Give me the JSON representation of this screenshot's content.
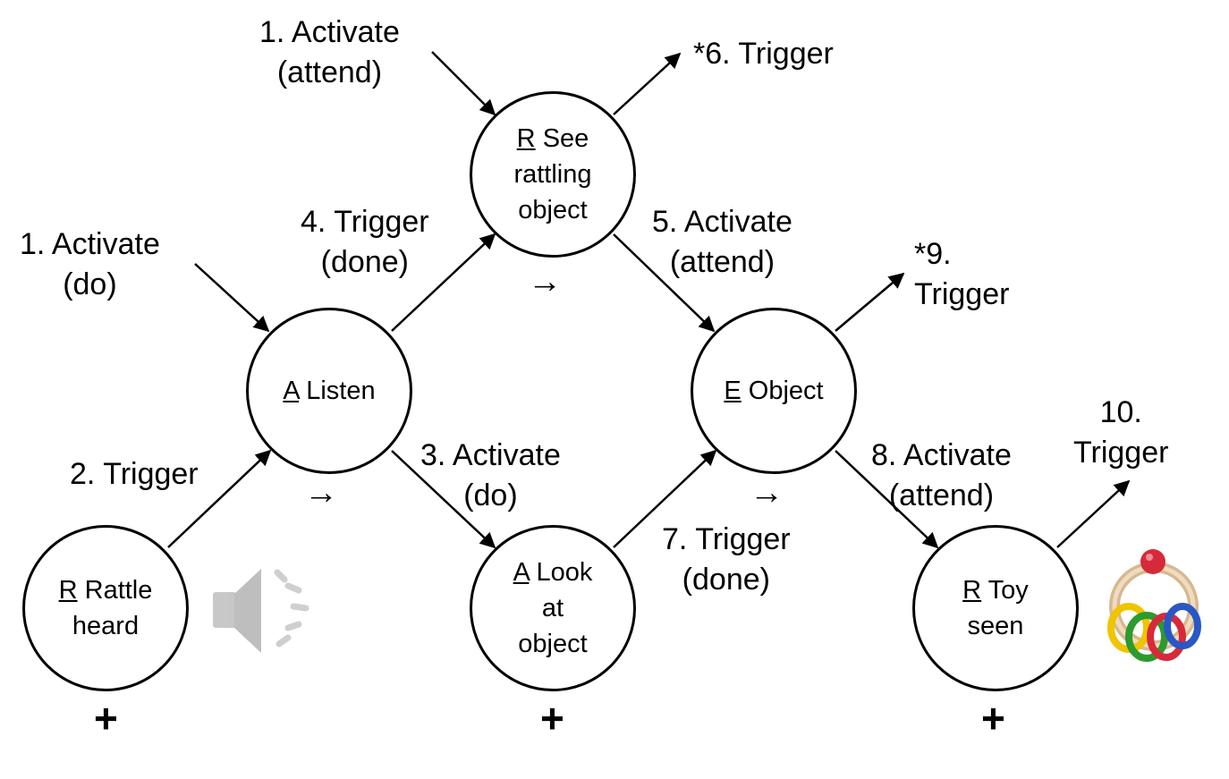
{
  "nodes": {
    "rattle_heard": {
      "tag": "R",
      "line1": "Rattle",
      "rest": "heard"
    },
    "listen": {
      "tag": "A",
      "line1": "Listen",
      "rest": ""
    },
    "see_rattling": {
      "tag": "R",
      "line1": "See",
      "rest": "rattling\nobject"
    },
    "look_at_object": {
      "tag": "A",
      "line1": "Look",
      "rest": "at\nobject"
    },
    "object": {
      "tag": "E",
      "line1": "Object",
      "rest": ""
    },
    "toy_seen": {
      "tag": "R",
      "line1": "Toy",
      "rest": "seen"
    }
  },
  "labels": {
    "activate_do_1": "1. Activate\n(do)",
    "activate_attend_1": "1. Activate\n(attend)",
    "trigger_2": "2. Trigger",
    "activate_do_3": "3. Activate\n(do)",
    "trigger_done_4": "4. Trigger\n(done)",
    "activate_attend_5": "5. Activate\n(attend)",
    "trigger_6": "*6. Trigger",
    "trigger_done_7": "7. Trigger\n(done)",
    "activate_attend_8": "8. Activate\n(attend)",
    "trigger_9": "*9.\nTrigger",
    "trigger_10": "10.\nTrigger"
  },
  "symbols": {
    "plus": "+",
    "right_arrow": "→"
  },
  "icons": [
    "speaker-icon",
    "rattle-toy-icon"
  ]
}
